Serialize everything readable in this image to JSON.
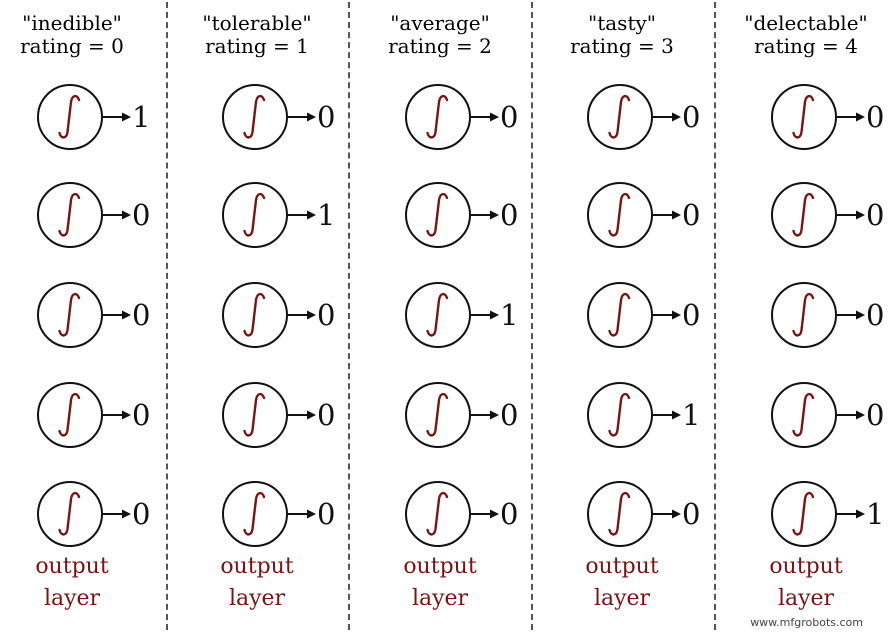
{
  "columns": [
    {
      "label": "\"inedible\"",
      "rating": "rating = 0",
      "outputs": [
        "1",
        "0",
        "0",
        "0",
        "0"
      ]
    },
    {
      "label": "\"tolerable\"",
      "rating": "rating = 1",
      "outputs": [
        "0",
        "1",
        "0",
        "0",
        "0"
      ]
    },
    {
      "label": "\"average\"",
      "rating": "rating = 2",
      "outputs": [
        "0",
        "0",
        "1",
        "0",
        "0"
      ]
    },
    {
      "label": "\"tasty\"",
      "rating": "rating = 3",
      "outputs": [
        "0",
        "0",
        "0",
        "1",
        "0"
      ]
    },
    {
      "label": "\"delectable\"",
      "rating": "rating = 4",
      "outputs": [
        "0",
        "0",
        "0",
        "0",
        "1"
      ]
    }
  ],
  "layer_label": {
    "line1": "output",
    "line2": "layer"
  },
  "neuron_symbol": "integral-sigmoid-icon",
  "colors": {
    "accent": "#7a1414",
    "stroke": "#111111"
  },
  "watermark": "www.mfgrobots.com"
}
